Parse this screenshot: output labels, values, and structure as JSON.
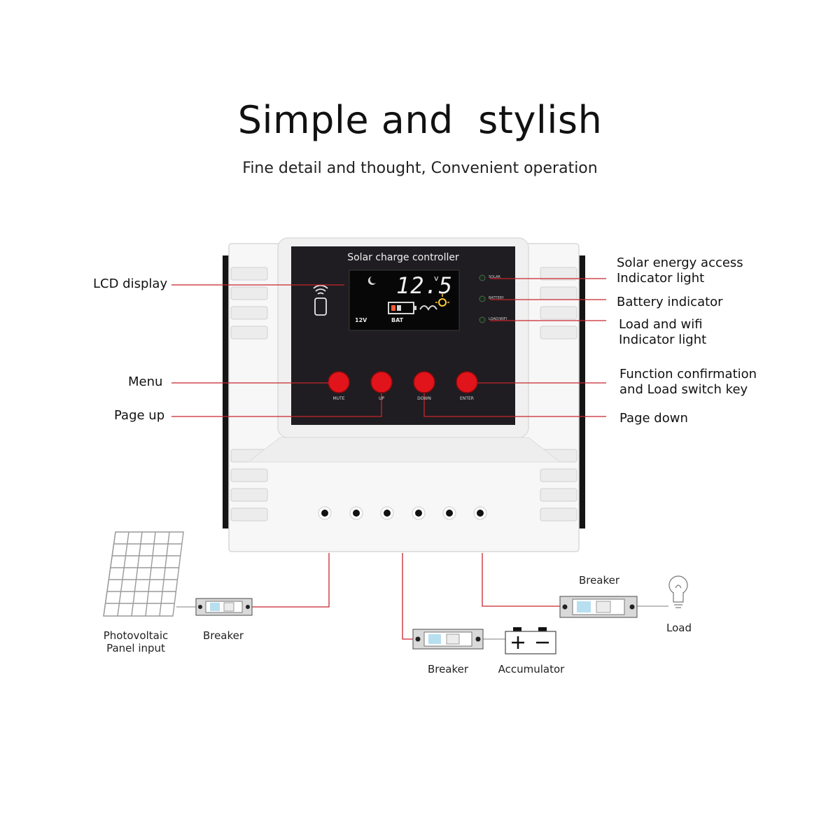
{
  "heading": {
    "title": "Simple and  stylish",
    "subtitle": "Fine detail and thought, Convenient operation"
  },
  "device": {
    "panel_title": "Solar charge controller",
    "lcd": {
      "voltage": "12.5",
      "unit": "v",
      "system_voltage": "12V",
      "battery_label": "BAT"
    },
    "indicators": [
      "SOLAR",
      "BATTERY",
      "LOAD/WIFI"
    ],
    "buttons": [
      "MUTE",
      "UP",
      "DOWN",
      "ENTER"
    ],
    "colors": {
      "button": "#e0141a",
      "panel": "#1f1d21",
      "lcd": "#0a0a0a",
      "line": "#c8262e"
    }
  },
  "callouts": {
    "lcd_display": "LCD display",
    "menu": "Menu",
    "page_up": "Page up",
    "solar_indicator": [
      "Solar energy access",
      "Indicator light"
    ],
    "battery_indicator": "Battery indicator",
    "load_wifi": [
      "Load and wifi",
      "Indicator light"
    ],
    "function_key": [
      "Function confirmation",
      "and Load switch key"
    ],
    "page_down": "Page down"
  },
  "wiring": {
    "pv_panel": [
      "Photovoltaic",
      "Panel input"
    ],
    "breaker_left": "Breaker",
    "breaker_middle": "Breaker",
    "accumulator": "Accumulator",
    "breaker_right": "Breaker",
    "load": "Load"
  }
}
